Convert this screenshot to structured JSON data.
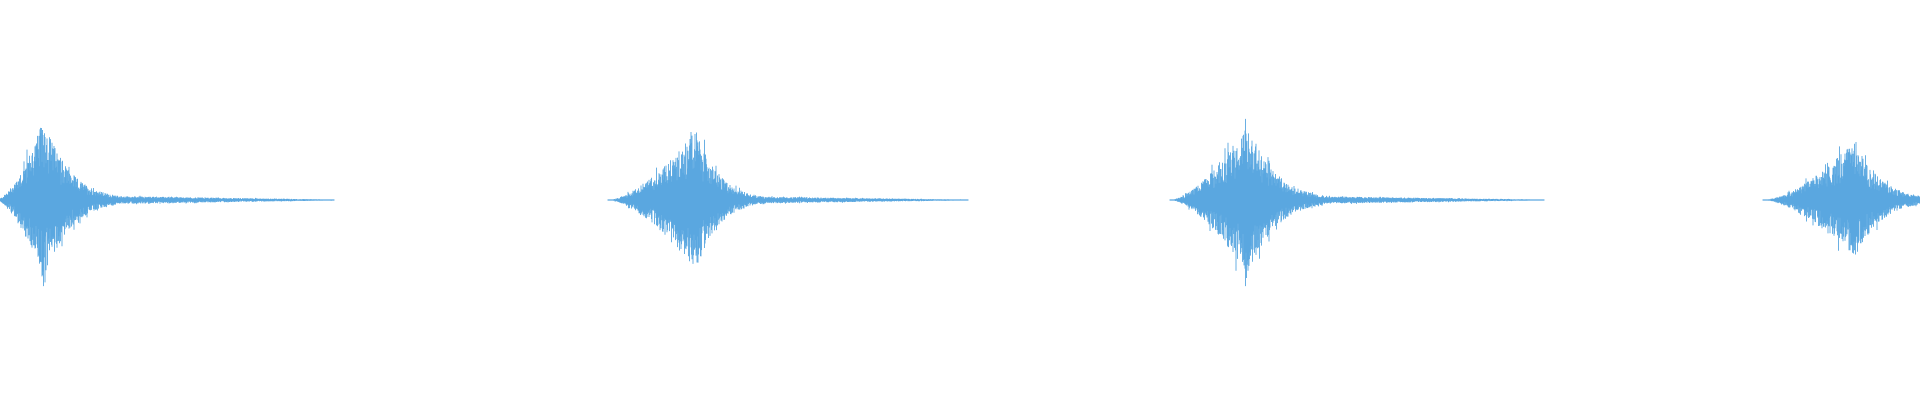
{
  "waveform": {
    "color": "#5aa7e0",
    "background": "#ffffff",
    "bursts": [
      {
        "id": "burst-1",
        "peak": 1.0
      },
      {
        "id": "burst-2",
        "peak": 0.86
      },
      {
        "id": "burst-3",
        "peak": 0.93
      },
      {
        "id": "burst-4",
        "peak": 0.72
      }
    ]
  }
}
